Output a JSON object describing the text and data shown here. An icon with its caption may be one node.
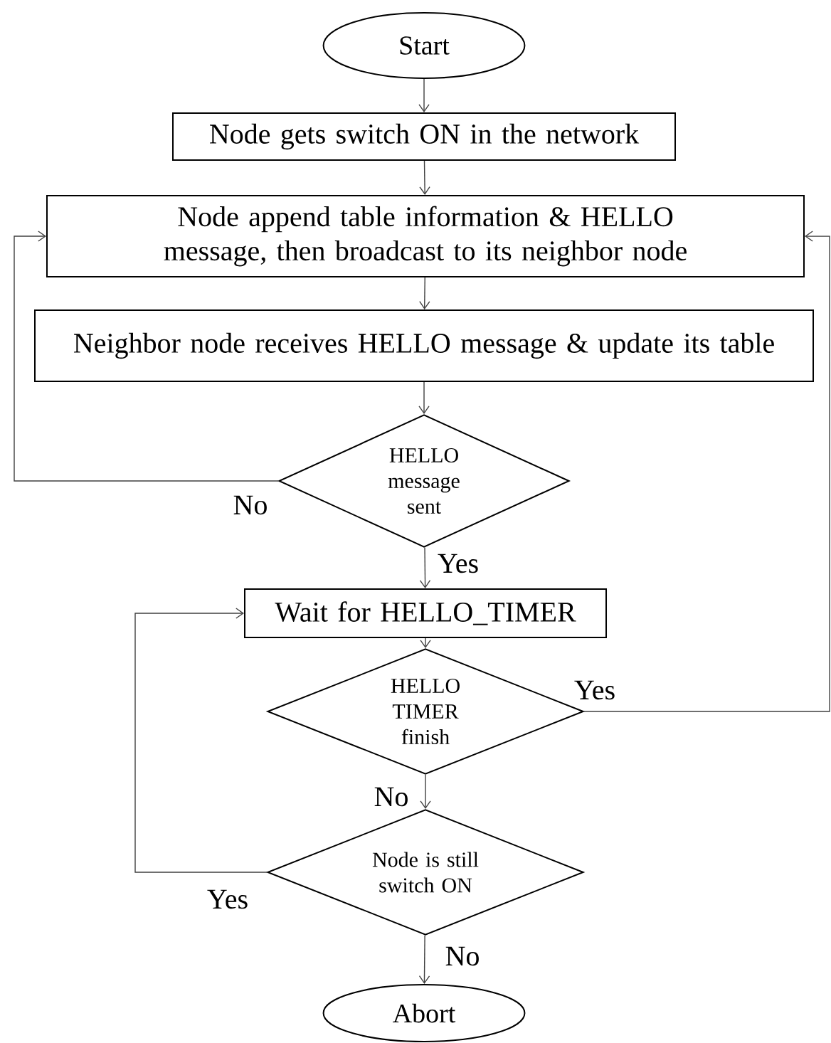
{
  "diagram": {
    "nodes": [
      {
        "text": [
          "Start"
        ]
      },
      {
        "text": [
          "Node gets switch ON in the network"
        ]
      },
      {
        "text": [
          "Node append table information & HELLO message, then broadcast to its neighbor node"
        ]
      },
      {
        "text": [
          "Neighbor node receives HELLO message & update its table"
        ]
      },
      {
        "text": [
          "HELLO message sent"
        ]
      },
      {
        "text": [
          "Wait for HELLO_TIMER"
        ]
      },
      {
        "text": [
          "HELLO TIMER finish"
        ]
      },
      {
        "text": [
          "Node is still switch ON"
        ]
      },
      {
        "text": [
          "Abort"
        ]
      }
    ],
    "edges": [
      {
        "from": 0,
        "to": 1,
        "arrow": "to"
      },
      {
        "from": 1,
        "to": 2,
        "arrow": "to"
      },
      {
        "from": 2,
        "to": 3,
        "arrow": "to"
      },
      {
        "from": 3,
        "to": 4,
        "arrow": "to"
      },
      {
        "from": 4,
        "to": 2,
        "arrow": "to",
        "label": "No"
      },
      {
        "from": 4,
        "to": 5,
        "arrow": "to",
        "label": "Yes"
      },
      {
        "from": 5,
        "to": 6,
        "arrow": "to"
      },
      {
        "from": 6,
        "to": 2,
        "arrow": "to",
        "label": "Yes"
      },
      {
        "from": 6,
        "to": 7,
        "arrow": "to",
        "label": "No"
      },
      {
        "from": 7,
        "to": 5,
        "arrow": "to",
        "label": "Yes"
      },
      {
        "from": 7,
        "to": 8,
        "arrow": "to",
        "label": "No"
      }
    ]
  }
}
